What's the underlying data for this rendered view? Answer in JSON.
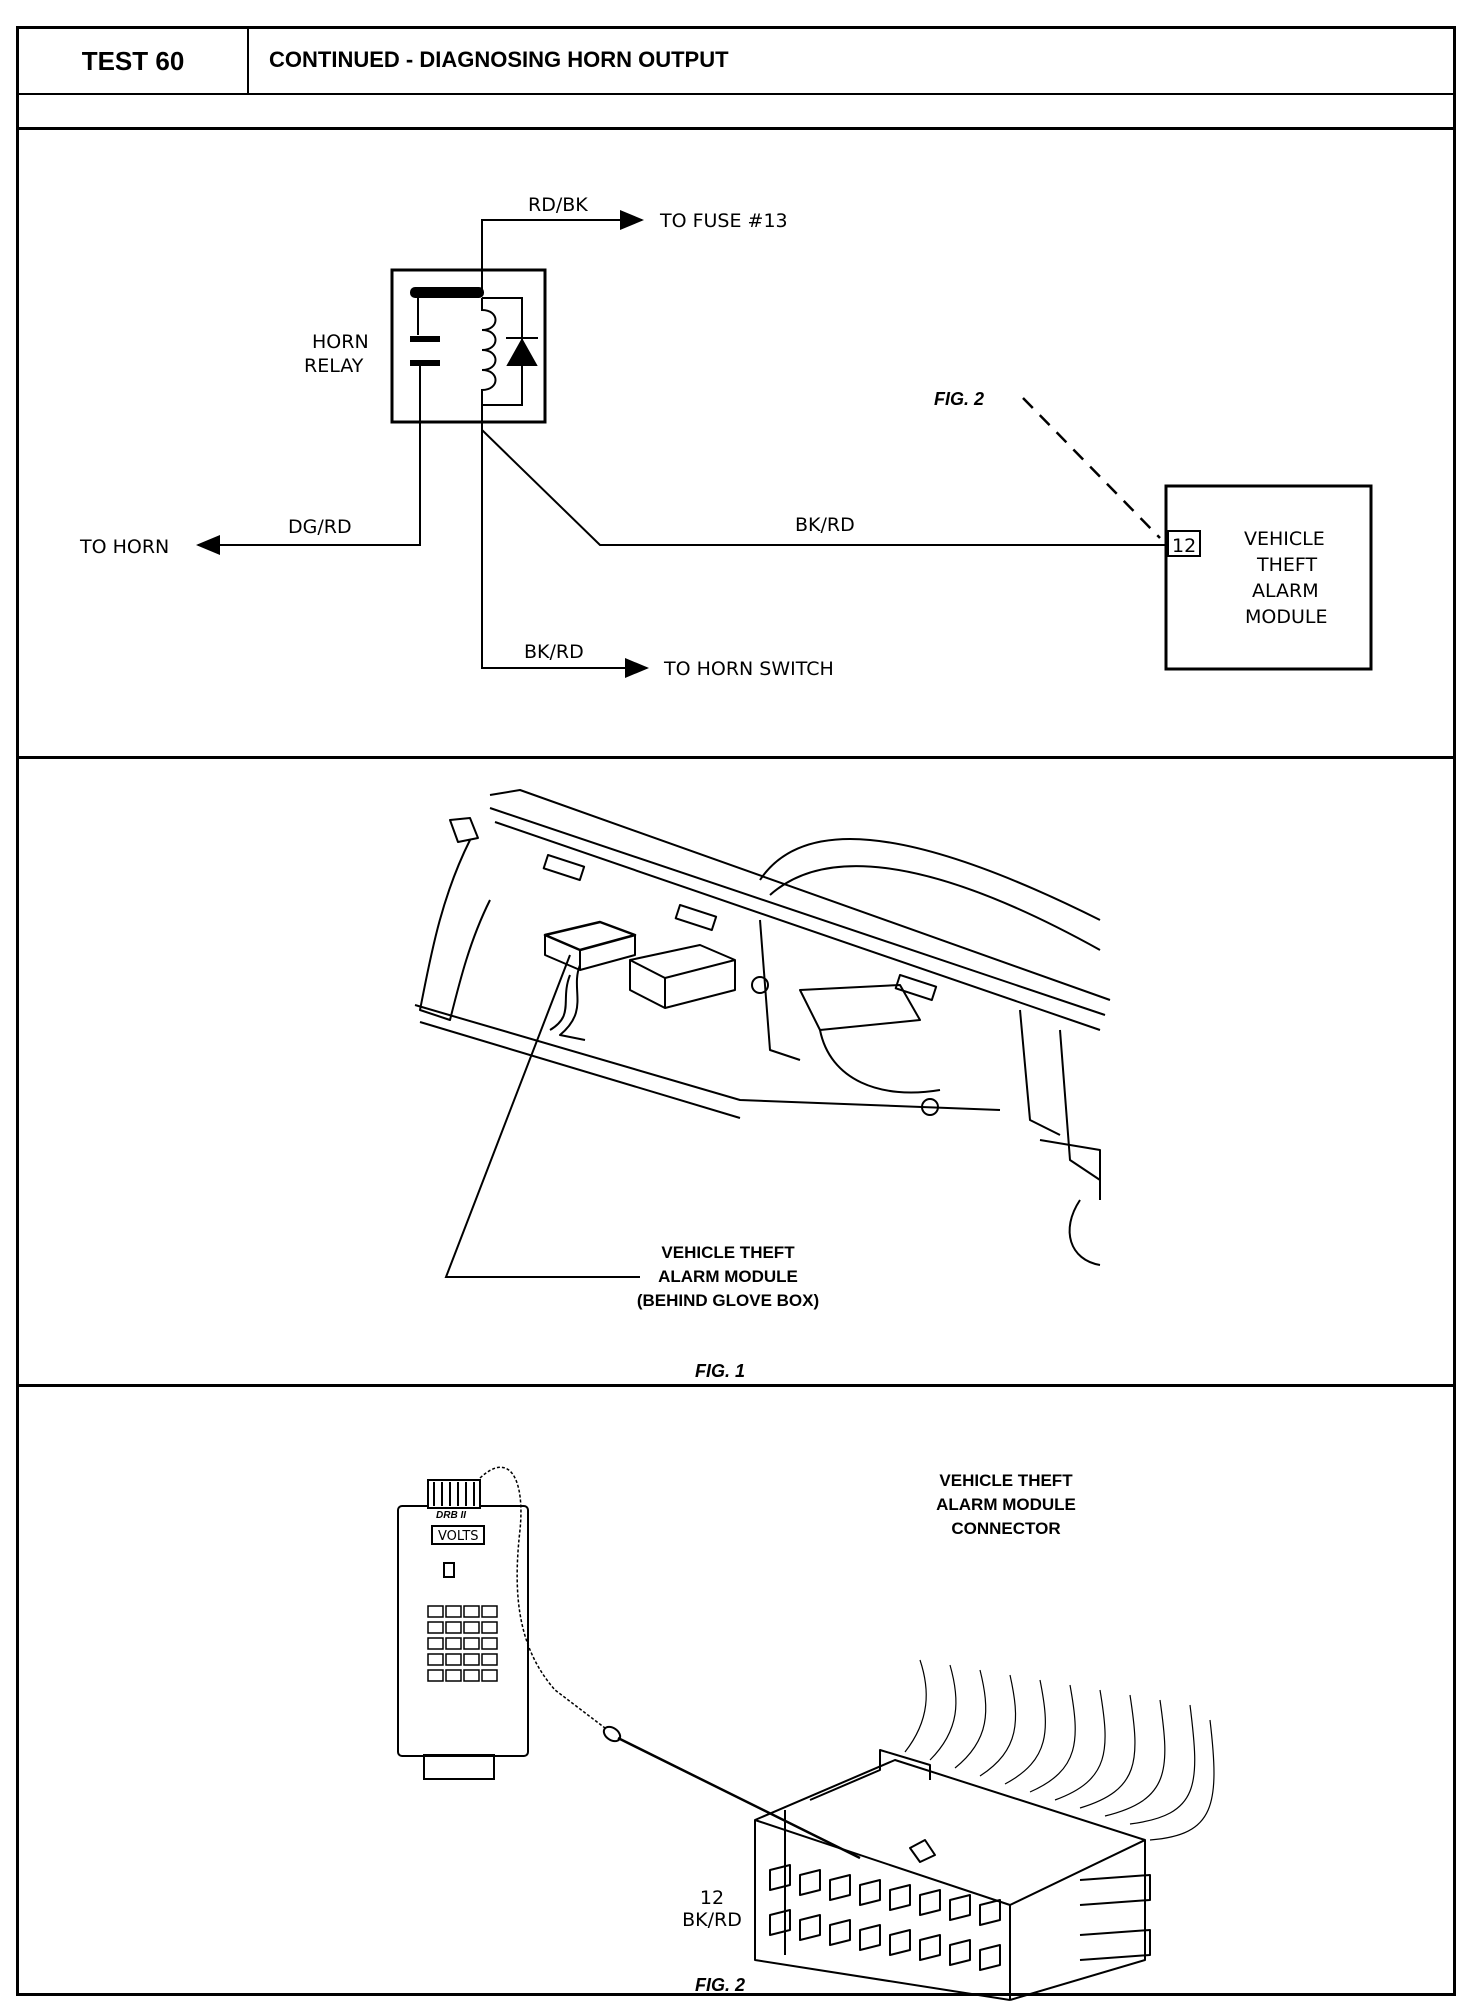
{
  "header": {
    "test": "TEST 60",
    "title": "CONTINUED - DIAGNOSING HORN OUTPUT"
  },
  "schematic": {
    "relay_line1": "HORN",
    "relay_line2": "RELAY",
    "wire_top": "RD/BK",
    "to_fuse": "TO FUSE #13",
    "wire_horn": "DG/RD",
    "to_horn": "TO HORN",
    "wire_module": "BK/RD",
    "wire_switch": "BK/RD",
    "to_switch": "TO HORN SWITCH",
    "fig_ref": "FIG. 2",
    "pin": "12",
    "module_lines": [
      "VEHICLE",
      "THEFT",
      "ALARM",
      "MODULE"
    ]
  },
  "fig1": {
    "callout": [
      "VEHICLE THEFT",
      "ALARM MODULE",
      "(BEHIND GLOVE BOX)"
    ],
    "caption": "FIG. 1"
  },
  "fig2": {
    "connector_title": [
      "VEHICLE THEFT",
      "ALARM MODULE",
      "CONNECTOR"
    ],
    "tester_display": "VOLTS",
    "tester_brand": "DRB II",
    "pin": "12",
    "wire": "BK/RD",
    "caption": "FIG. 2"
  }
}
